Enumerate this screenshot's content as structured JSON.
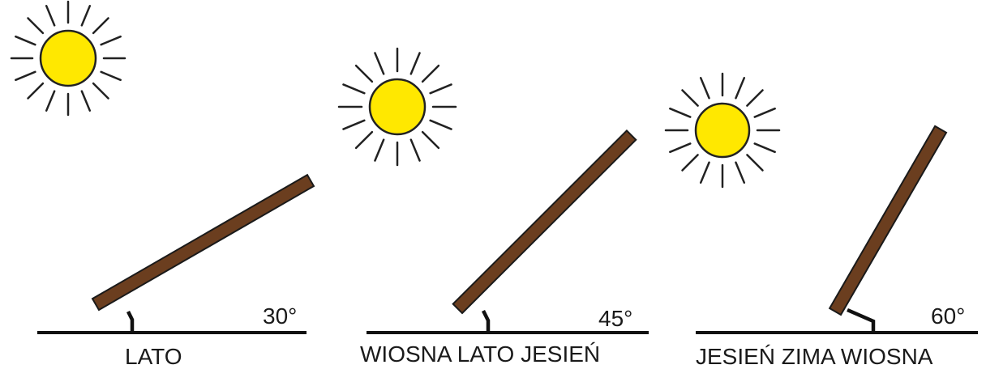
{
  "colors": {
    "sun_fill": "#FFE800",
    "sun_outline": "#222222",
    "panel": "#6B3E1F",
    "panel_outline": "#1a1a1a",
    "ground": "#111111"
  },
  "panels": [
    {
      "angle_label": "30°",
      "season_label": "LATO",
      "tilt_degrees": 30,
      "icon": "sun-icon"
    },
    {
      "angle_label": "45°",
      "season_label": "WIOSNA LATO JESIEŃ",
      "tilt_degrees": 45,
      "icon": "sun-icon"
    },
    {
      "angle_label": "60°",
      "season_label": "JESIEŃ ZIMA WIOSNA",
      "tilt_degrees": 60,
      "icon": "sun-icon"
    }
  ]
}
